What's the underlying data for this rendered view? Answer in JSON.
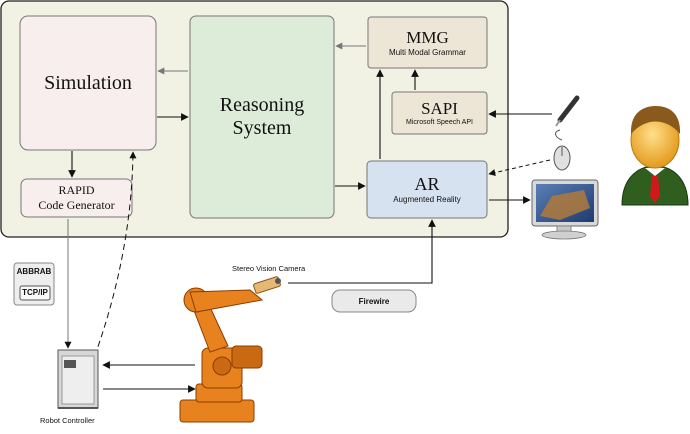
{
  "system_blocks": {
    "simulation": "Simulation",
    "reasoning_line1": "Reasoning",
    "reasoning_line2": "System",
    "rapid_line1": "RAPID",
    "rapid_line2": "Code Generator",
    "mmg_title": "MMG",
    "mmg_subtitle": "Multi Modal Grammar",
    "sapi_title": "SAPI",
    "sapi_subtitle": "Microsoft Speech API",
    "ar_title": "AR",
    "ar_subtitle": "Augmented Reality"
  },
  "labels": {
    "abbrab": "ABBRAB",
    "tcpip": "TCP/IP",
    "stereo_camera": "Stereo Vision Camera",
    "firewire": "Firewire",
    "robot_controller": "Robot Controller"
  },
  "colors": {
    "system_panel": "#f1f1e4",
    "simulation_fill": "#f8eeee",
    "reasoning_fill": "#dcecd8",
    "grammar_fill": "#ede5d6",
    "ar_fill": "#d6e2f0",
    "robot_orange": "#e8821e",
    "user_skin": "#f3b33a",
    "user_hair": "#8a5a1c",
    "user_suit": "#2f5e1f",
    "tie_red": "#d01a1a"
  },
  "icons": [
    "pen-icon",
    "mouse-icon",
    "monitor-icon",
    "user-icon",
    "robot-arm-icon",
    "camera-icon",
    "controller-cabinet-icon"
  ]
}
